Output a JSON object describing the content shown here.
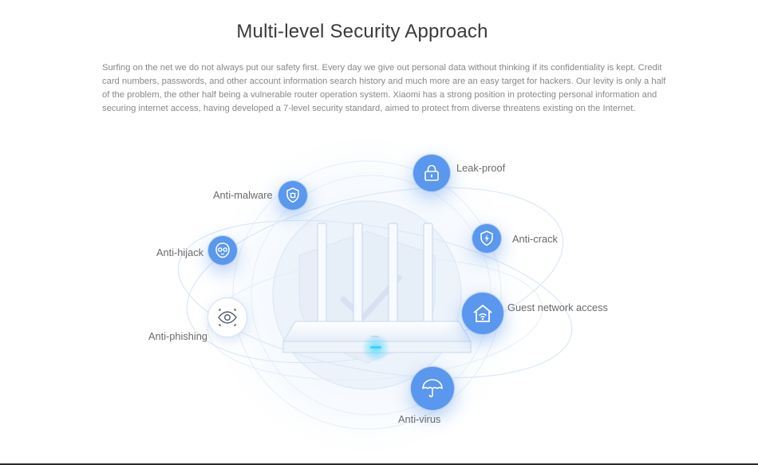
{
  "page": {
    "title": "Multi-level Security Approach",
    "intro": "Surfing on the net we do not always put our safety first. Every day we give out personal data without thinking if its confidentiality is kept. Credit card numbers, passwords, and other account information search history and much more are an easy target for hackers. Our levity is only a half of the problem, the other half being a vulnerable router operation system. Xiaomi has a strong position in protecting personal information and securing internet access, having developed a 7-level security standard, aimed to protect from diverse threatens existing on the Internet."
  },
  "colors": {
    "accent": "#5a97ee",
    "orbit": "#dbe8f7",
    "router_glow": "#38d3ff"
  },
  "features": [
    {
      "key": "leak_proof",
      "label": "Leak-proof",
      "icon": "lock-icon"
    },
    {
      "key": "anti_malware",
      "label": "Anti-malware",
      "icon": "shield-bug-icon"
    },
    {
      "key": "anti_crack",
      "label": "Anti-crack",
      "icon": "shield-bolt-icon"
    },
    {
      "key": "anti_hijack",
      "label": "Anti-hijack",
      "icon": "mask-icon"
    },
    {
      "key": "guest_network",
      "label": "Guest network access",
      "icon": "home-wifi-icon"
    },
    {
      "key": "anti_phishing",
      "label": "Anti-phishing",
      "icon": "eye-icon"
    },
    {
      "key": "anti_virus",
      "label": "Anti-virus",
      "icon": "umbrella-icon"
    }
  ]
}
